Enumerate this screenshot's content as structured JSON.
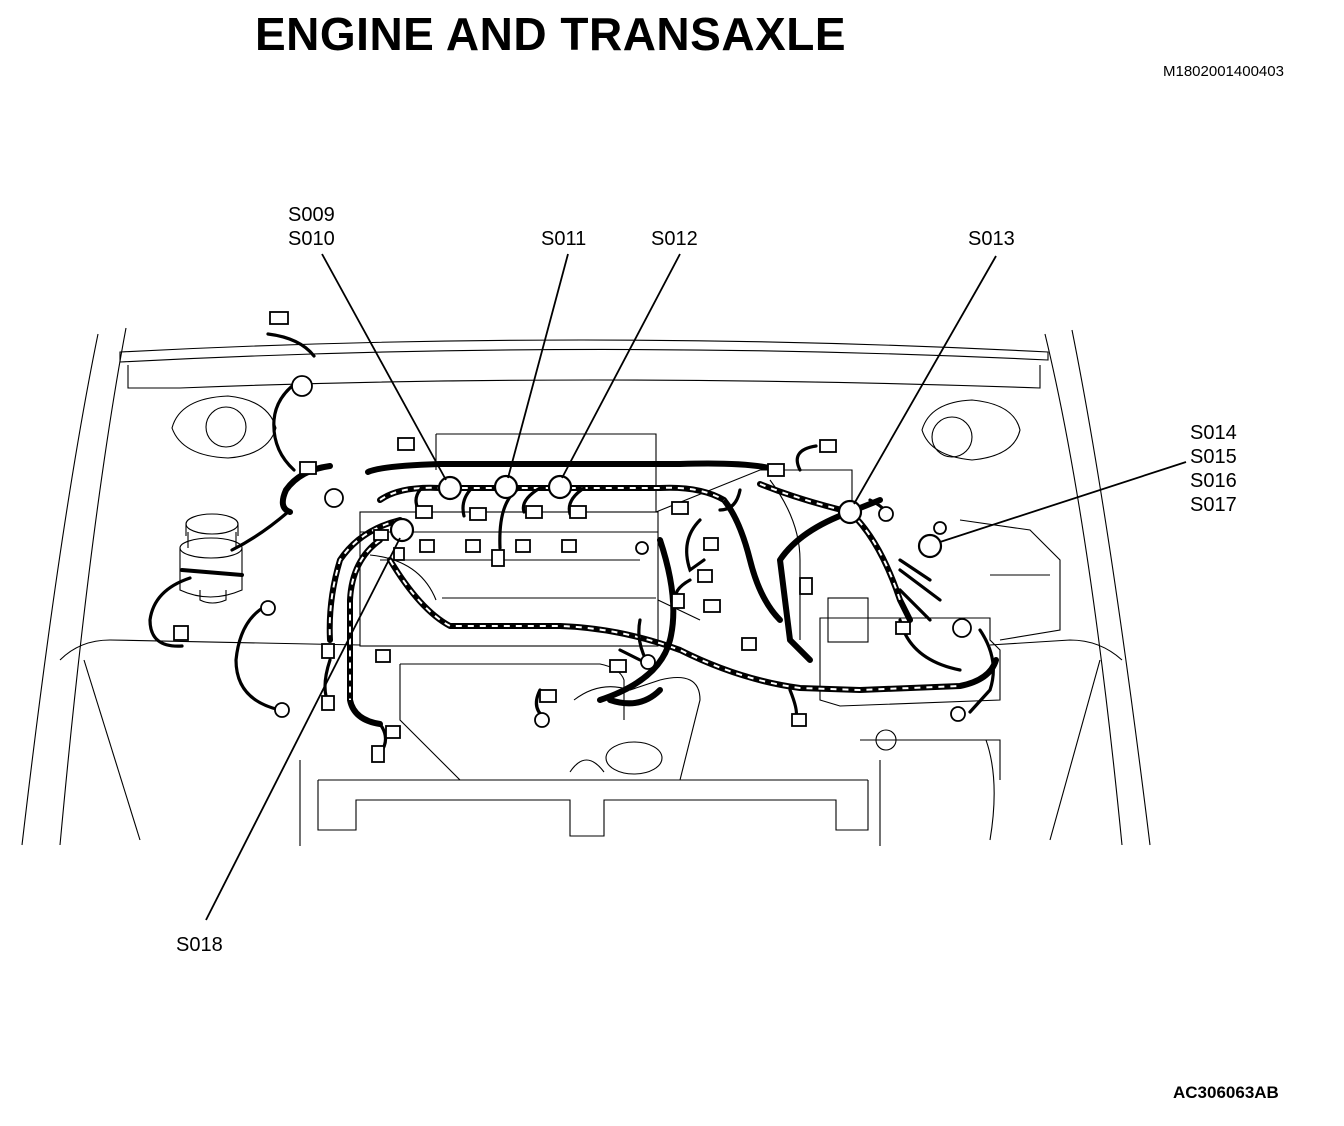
{
  "title": "ENGINE AND TRANSAXLE",
  "document_id": "M1802001400403",
  "figure_id": "AC306063AB",
  "splice_labels": {
    "s009_s010": [
      "S009",
      "S010"
    ],
    "s011": "S011",
    "s012": "S012",
    "s013": "S013",
    "s014_s017": [
      "S014",
      "S015",
      "S016",
      "S017"
    ],
    "s018": "S018"
  }
}
